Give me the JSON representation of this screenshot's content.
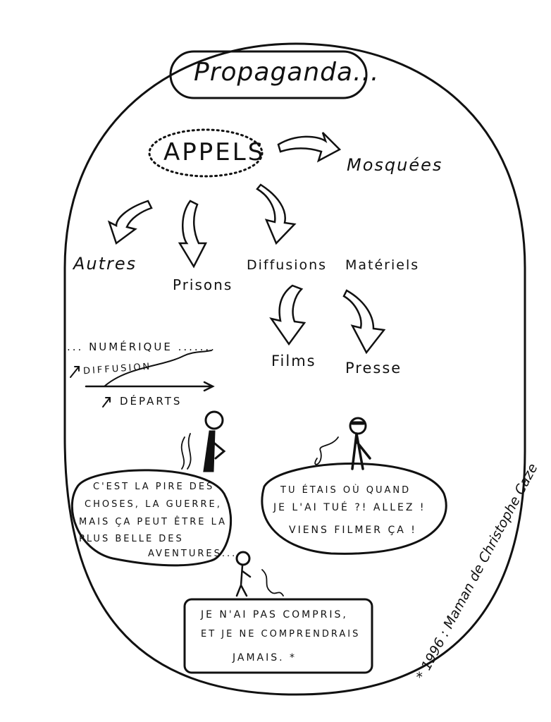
{
  "title": "Propaganda...",
  "center": "APPELS",
  "branches": {
    "mosquees": "Mosquées",
    "autres": "Autres",
    "prisons": "Prisons",
    "diffusions": "Diffusions",
    "materiels": "Matériels",
    "films": "Films",
    "presse": "Presse"
  },
  "graph": {
    "numerique": "... NUMÉRIQUE .......",
    "diffusion": "DIFFUSION",
    "departs": "DÉPARTS"
  },
  "bubbles": {
    "left": [
      "C'EST LA PIRE DES",
      "CHOSES, LA GUERRE,",
      "MAIS ÇA PEUT ÊTRE LA",
      "PLUS BELLE DES",
      "AVENTURES..."
    ],
    "right": [
      "TU ÉTAIS OÙ QUAND",
      "JE L'AI TUÉ ?! ALLEZ !",
      "VIENS FILMER ÇA !"
    ],
    "bottom": [
      "JE N'AI PAS COMPRIS,",
      "ET JE NE COMPRENDRAIS",
      "JAMAIS.  *"
    ]
  },
  "signature": "* 1996 : Maman de Christophe Caze"
}
